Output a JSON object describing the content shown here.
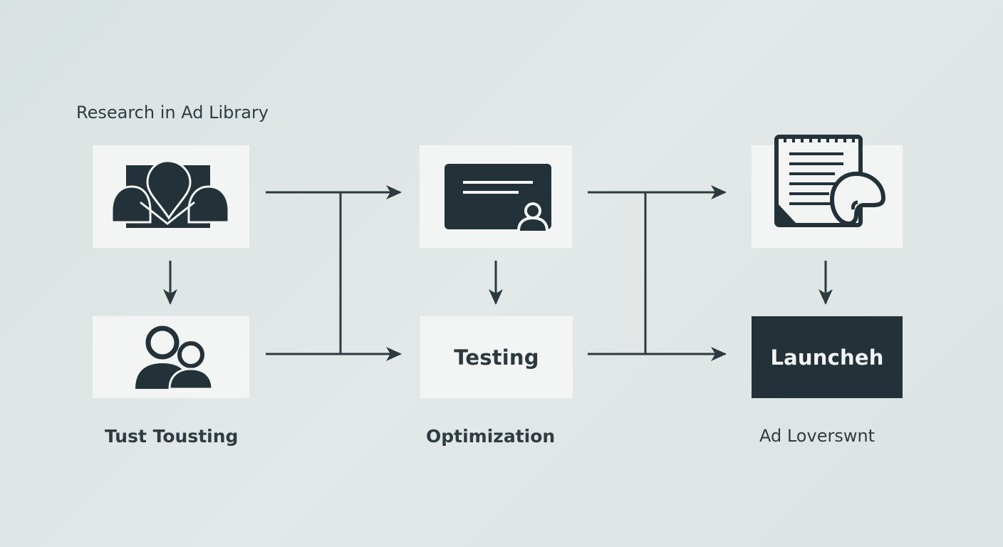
{
  "diagram": {
    "heading": "Research in Ad Library",
    "nodes": {
      "testing_label": "Testing",
      "launch_label": "Launcheh"
    },
    "captions": {
      "left": "Tust Tousting",
      "middle": "Optimization",
      "right": "Ad Loverswnt"
    },
    "icons": {
      "people_group": "people-group-icon",
      "users_pair": "users-pair-icon",
      "id_card": "id-card-icon",
      "document_helmet": "document-helmet-icon"
    },
    "colors": {
      "background": "#dde4e4",
      "box": "#f3f4f4",
      "dark": "#233238",
      "text": "#2c3a3f"
    }
  }
}
